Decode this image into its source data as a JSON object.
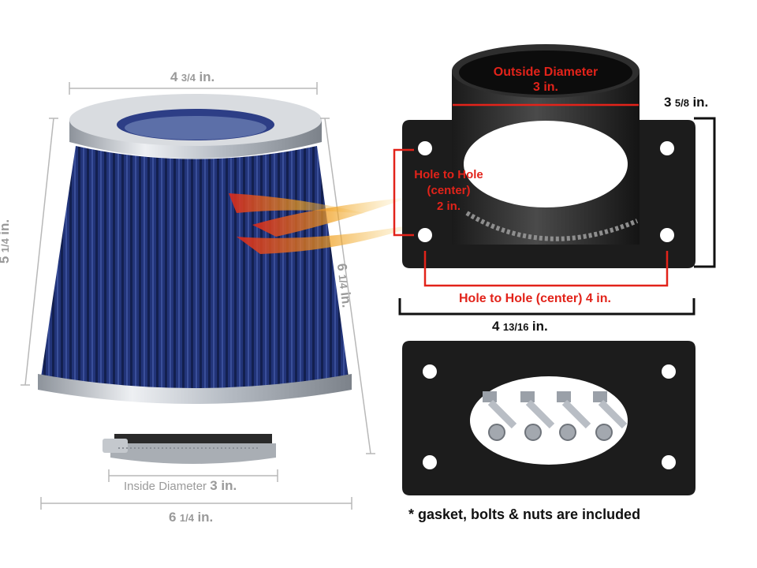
{
  "filter": {
    "top_width": {
      "main": "4",
      "frac": "3/4",
      "unit": "in."
    },
    "height": {
      "main": "5",
      "frac": "1/4",
      "unit": "in."
    },
    "slant_height": {
      "main": "6",
      "frac": "1/4",
      "unit": "in."
    },
    "inside_diameter": {
      "label": "Inside Diameter",
      "value": "3 in."
    },
    "base_width": {
      "main": "6",
      "frac": "1/4",
      "unit": "in."
    },
    "media_color": "#1e2f6e",
    "cap_color": "#c9cdd3"
  },
  "adapter": {
    "outside_diameter": {
      "label": "Outside Diameter",
      "value": "3 in."
    },
    "hole_to_hole_vertical": {
      "line1": "Hole to Hole",
      "line2": "(center)",
      "line3": "2 in."
    },
    "hole_to_hole_horizontal": "Hole to Hole (center) 4 in.",
    "height": {
      "main": "3",
      "frac": "5/8",
      "unit": "in."
    },
    "width": {
      "main": "4",
      "frac": "13/16",
      "unit": "in."
    },
    "plate_color": "#1c1c1c",
    "dimension_color": "#e2231a"
  },
  "footnote": "* gasket, bolts & nuts are included"
}
